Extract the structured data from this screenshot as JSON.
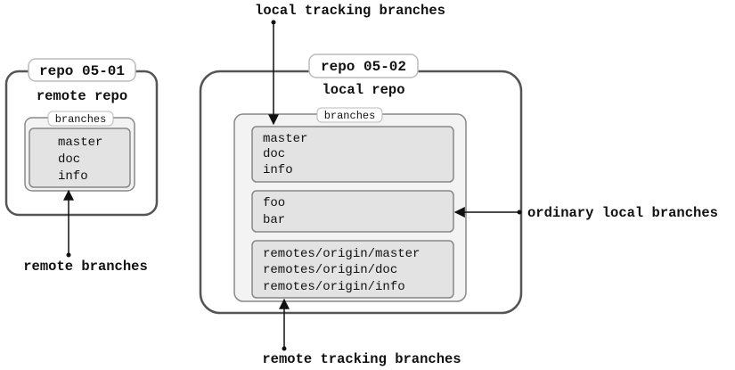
{
  "repos": [
    {
      "name": "repo 05-01",
      "subtitle": "remote repo",
      "branches_label": "branches",
      "groups": [
        {
          "items": [
            "master",
            "doc",
            "info"
          ]
        }
      ]
    },
    {
      "name": "repo 05-02",
      "subtitle": "local repo",
      "branches_label": "branches",
      "groups": [
        {
          "items": [
            "master",
            "doc",
            "info"
          ]
        },
        {
          "items": [
            "foo",
            "bar"
          ]
        },
        {
          "items": [
            "remotes/origin/master",
            "remotes/origin/doc",
            "remotes/origin/info"
          ]
        }
      ]
    }
  ],
  "labels": {
    "local_tracking": "local tracking branches",
    "ordinary_local": "ordinary local branches",
    "remote_branches": "remote branches",
    "remote_tracking": "remote tracking branches"
  },
  "colors": {
    "stroke": "#555555",
    "group_fill": "#e3e3e3",
    "outer_fill": "#ffffff",
    "inner_fill": "#f3f3f3",
    "text": "#111111"
  }
}
